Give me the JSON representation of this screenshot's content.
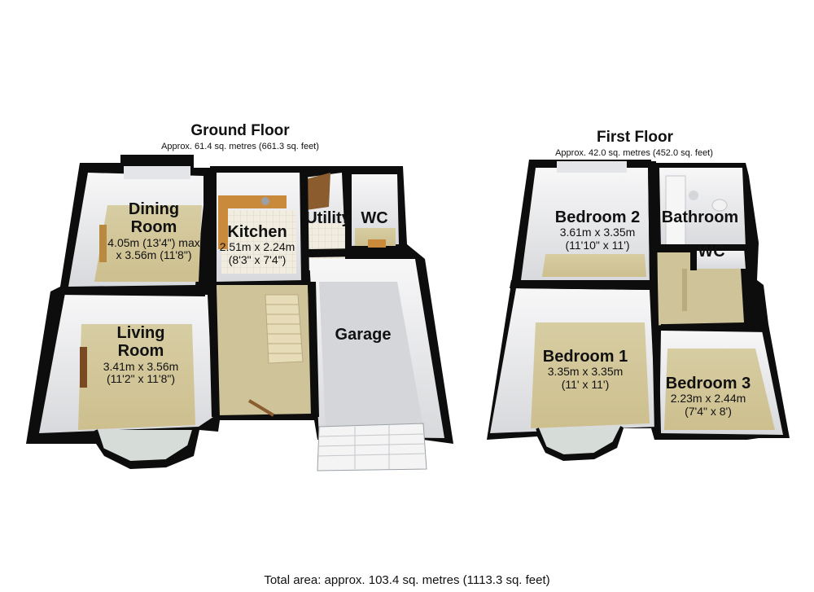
{
  "ground_floor": {
    "title": "Ground Floor",
    "area": "Approx. 61.4 sq. metres (661.3 sq. feet)",
    "rooms": {
      "dining": {
        "name": "Dining Room",
        "name_line1": "Dining",
        "name_line2": "Room",
        "dim_line1": "4.05m (13'4\") max",
        "dim_line2": "x 3.56m (11'8\")"
      },
      "living": {
        "name_line1": "Living",
        "name_line2": "Room",
        "dim_line1": "3.41m x 3.56m",
        "dim_line2": "(11'2\" x 11'8\")"
      },
      "kitchen": {
        "name": "Kitchen",
        "dim_line1": "2.51m x 2.24m",
        "dim_line2": "(8'3\" x 7'4\")"
      },
      "utility": {
        "name": "Utility"
      },
      "wc": {
        "name": "WC"
      },
      "garage": {
        "name": "Garage"
      }
    }
  },
  "first_floor": {
    "title": "First Floor",
    "area": "Approx. 42.0 sq. metres (452.0 sq. feet)",
    "rooms": {
      "bedroom2": {
        "name": "Bedroom 2",
        "dim_line1": "3.61m x 3.35m",
        "dim_line2": "(11'10\" x 11')"
      },
      "bathroom": {
        "name": "Bathroom"
      },
      "wc": {
        "name": "WC"
      },
      "bedroom1": {
        "name": "Bedroom 1",
        "dim_line1": "3.35m x 3.35m",
        "dim_line2": "(11' x 11')"
      },
      "bedroom3": {
        "name": "Bedroom 3",
        "dim_line1": "2.23m x 2.44m",
        "dim_line2": "(7'4\" x 8')"
      }
    }
  },
  "total_area": "Total area: approx. 103.4 sq. metres (1113.3 sq. feet)",
  "colors": {
    "wall": "#0d0d0d",
    "carpet": "#d9cfa6",
    "wall_face": "#e9e9ea",
    "garage_floor": "#d4d6da",
    "kitchen_tile": "#ece4cf",
    "counter": "#c98a3b",
    "stairs": "#d4c79c",
    "door": "#8a5c2e"
  }
}
